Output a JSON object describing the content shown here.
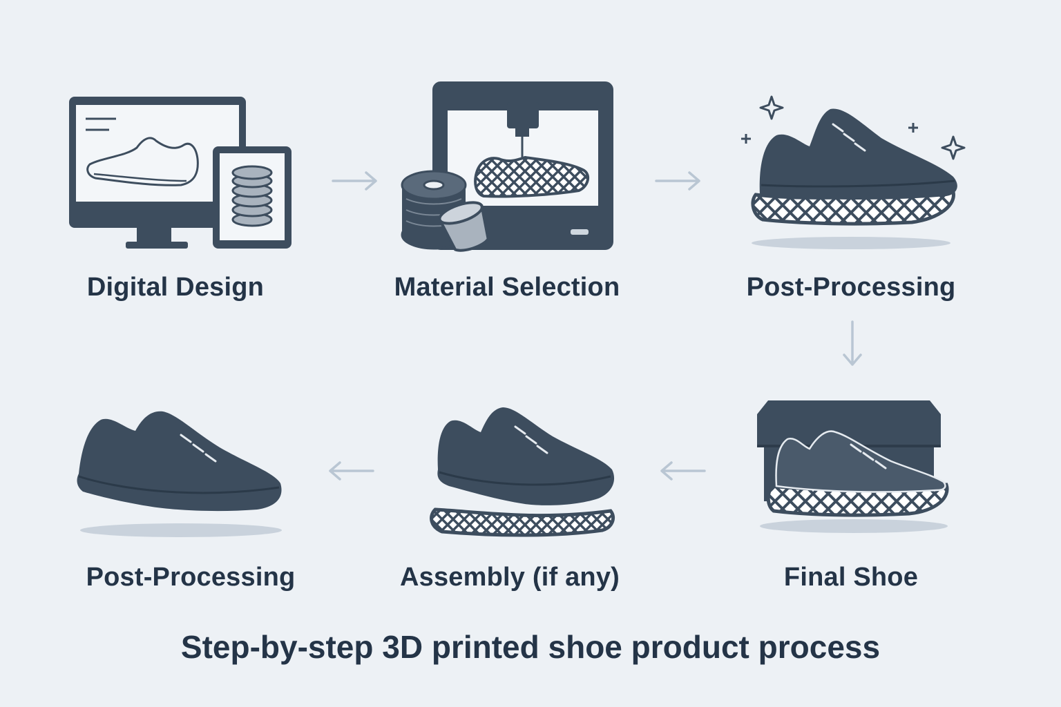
{
  "colors": {
    "background": "#edf1f5",
    "ink": "#3d4d5e",
    "text": "#243447",
    "arrow": "#b9c6d3",
    "shadow": "#c9d2dc",
    "light_fill": "#edf1f5",
    "gray_fill": "#a9b3be"
  },
  "steps": [
    {
      "label": "Digital Design",
      "icon": "computer-tablet-shoe-icon"
    },
    {
      "label": "Material Selection",
      "icon": "3d-printer-filament-icon"
    },
    {
      "label": "Post-Processing",
      "icon": "sparkling-shoe-icon"
    },
    {
      "label": "Final Shoe",
      "icon": "shoe-box-icon"
    },
    {
      "label": "Assembly (if any)",
      "icon": "shoe-upper-midsole-icon"
    },
    {
      "label": "Post-Processing",
      "icon": "shoe-upper-icon"
    }
  ],
  "caption": "Step-by-step 3D printed shoe product process"
}
